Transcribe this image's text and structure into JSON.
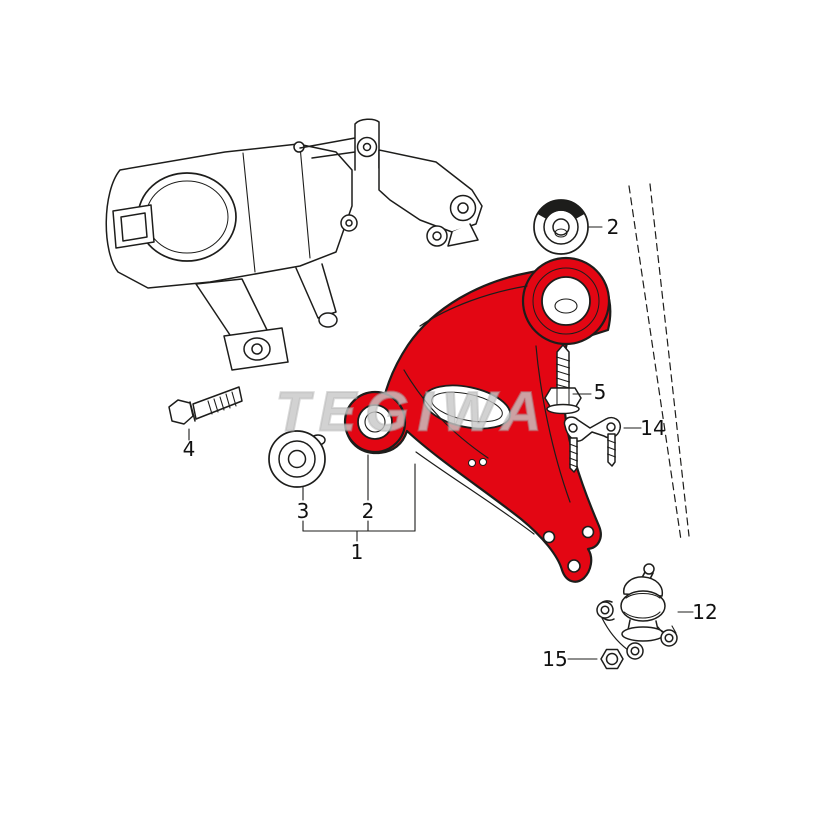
{
  "watermark": "TEGIWA",
  "colors": {
    "highlight_red": "#e30613",
    "line": "#1d1d1b",
    "watermark_gray": "#c8c8c8",
    "background": "#ffffff"
  },
  "part_labels": {
    "upper_bushing": "2",
    "subframe_bolt": "4",
    "vertical_bolt": "5",
    "bracket": "14",
    "front_bushing": "3",
    "rear_bushing": "2",
    "assembly": "1",
    "ball_joint": "12",
    "nut": "15"
  }
}
